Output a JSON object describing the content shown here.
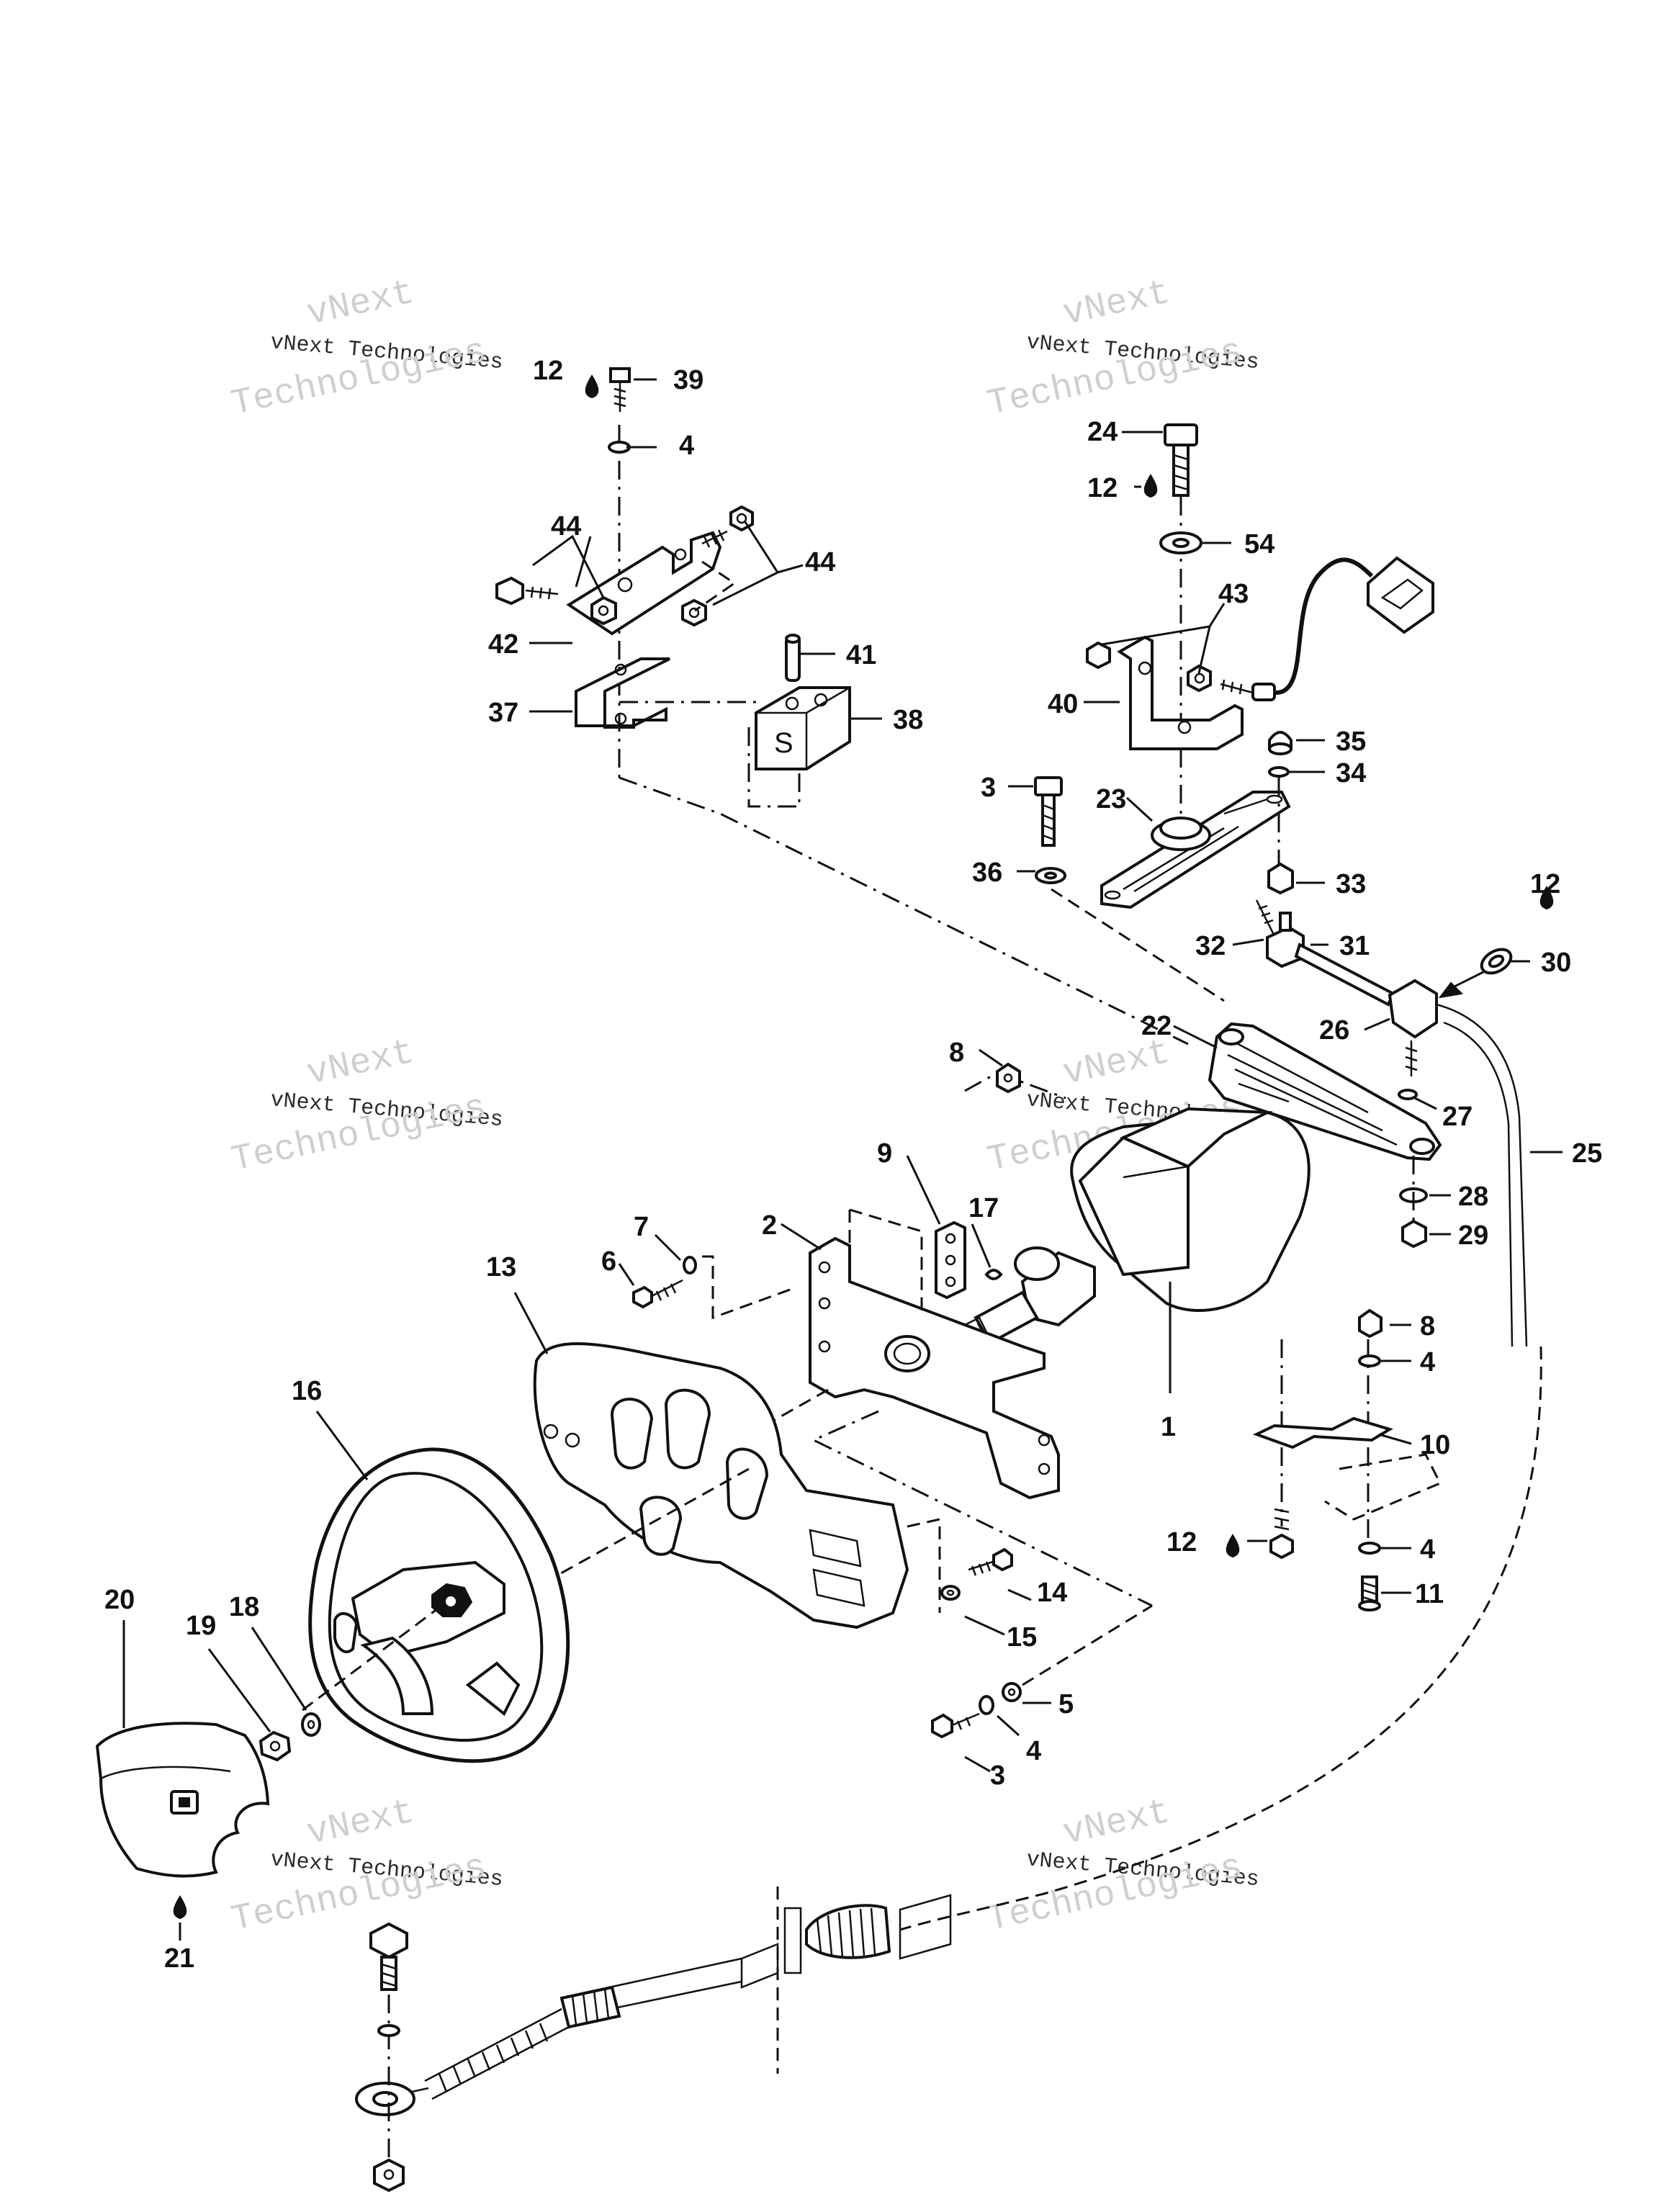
{
  "watermark": {
    "line1": "vNext",
    "line2": "vNext Technologies",
    "line3": "Technologies"
  },
  "callouts": {
    "c1": "1",
    "c2": "2",
    "c3a": "3",
    "c3b": "3",
    "c4a": "4",
    "c4b": "4",
    "c4c": "4",
    "c4d": "4",
    "c5": "5",
    "c6": "6",
    "c7": "7",
    "c8a": "8",
    "c8b": "8",
    "c9": "9",
    "c10": "10",
    "c11": "11",
    "c12a": "12",
    "c12b": "12",
    "c12c": "12",
    "c12d": "12",
    "c13": "13",
    "c14": "14",
    "c15": "15",
    "c16": "16",
    "c17": "17",
    "c18": "18",
    "c19": "19",
    "c20": "20",
    "c21": "21",
    "c22": "22",
    "c23": "23",
    "c24": "24",
    "c25": "25",
    "c26": "26",
    "c27": "27",
    "c28": "28",
    "c29": "29",
    "c30": "30",
    "c31": "31",
    "c32": "32",
    "c33": "33",
    "c34": "34",
    "c35": "35",
    "c36": "36",
    "c37": "37",
    "c38": "38",
    "c39": "39",
    "c40": "40",
    "c41": "41",
    "c42": "42",
    "c43": "43",
    "c44a": "44",
    "c44b": "44",
    "c54": "54"
  },
  "block_letter": "S"
}
